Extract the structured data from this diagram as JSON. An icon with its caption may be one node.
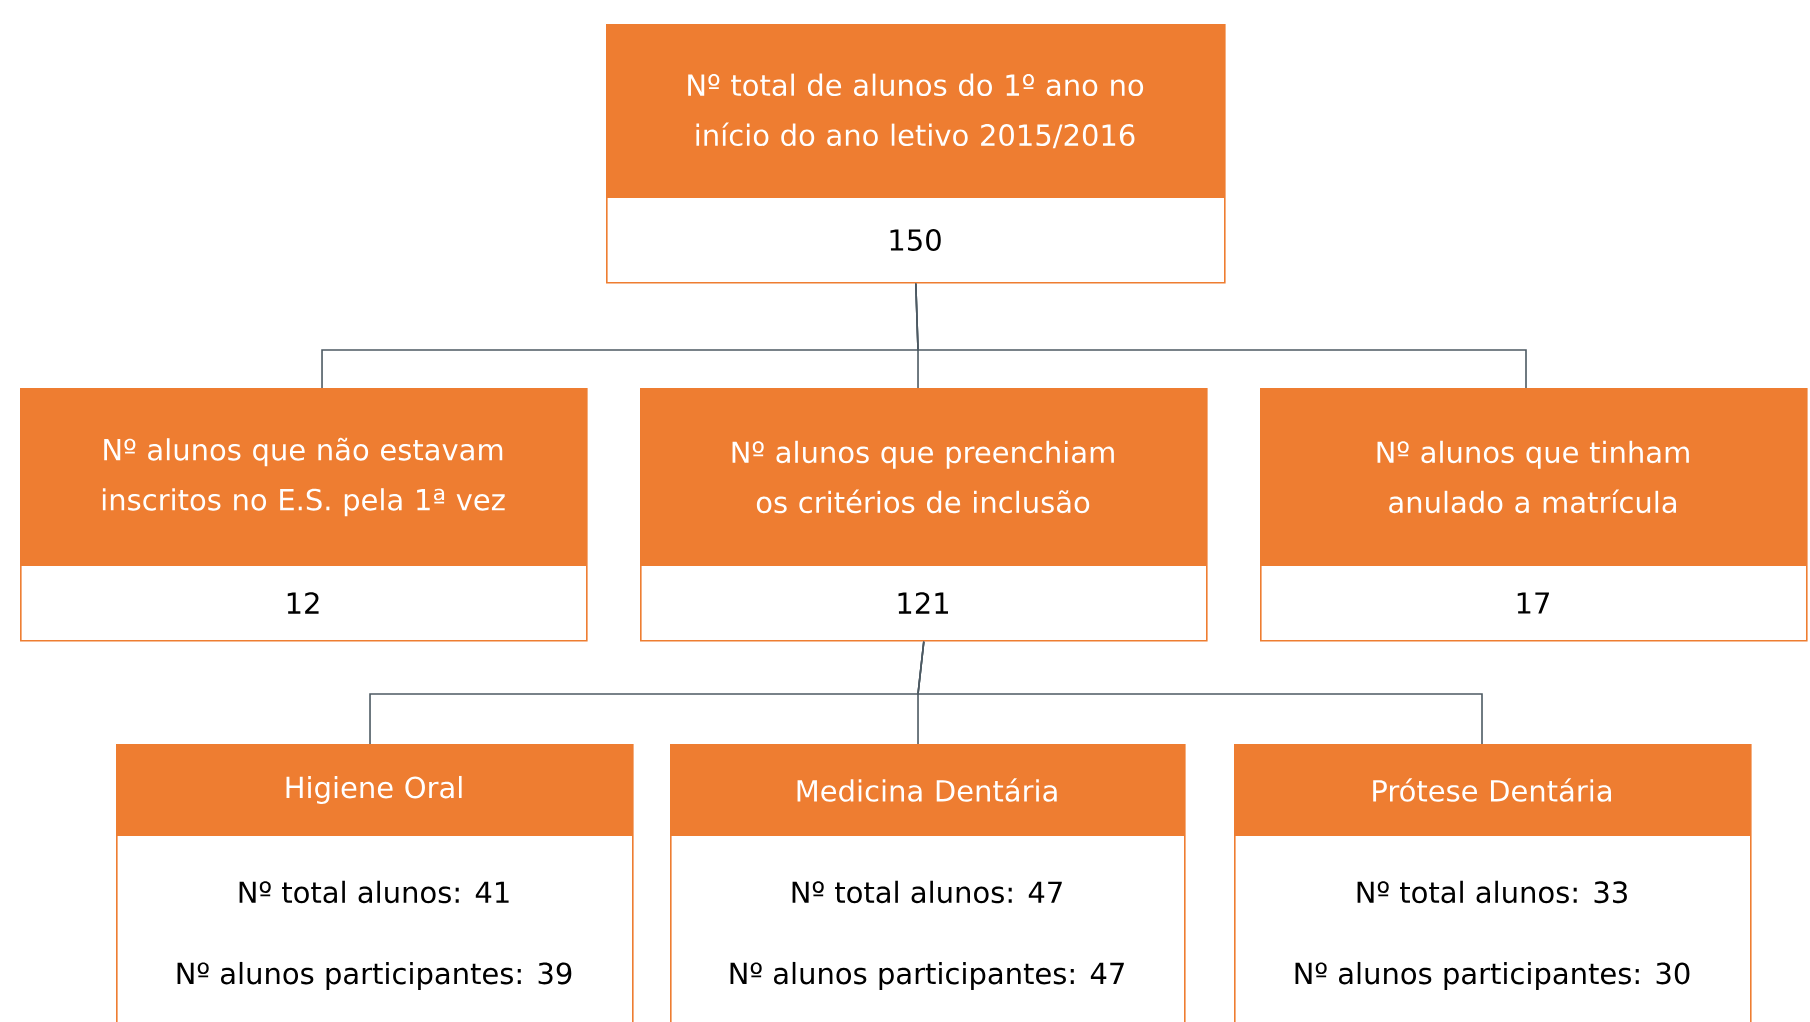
{
  "diagram": {
    "nodes": [
      {
        "text": [
          "Nº total de alunos do 1º ano no início do ano letivo 2015/2016",
          "150"
        ]
      },
      {
        "text": [
          "Nº alunos que não estavam inscritos no E.S. pela 1ª vez",
          "12"
        ]
      },
      {
        "text": [
          "Nº alunos que preenchiam os critérios de inclusão",
          "121"
        ]
      },
      {
        "text": [
          "Nº alunos que tinham anulado a matrícula",
          "17"
        ]
      },
      {
        "text": [
          "Higiene Oral",
          "Nº total alunos: 41",
          "Nº alunos participantes: 39"
        ]
      },
      {
        "text": [
          "Medicina Dentária",
          "Nº total alunos: 47",
          "Nº alunos participantes: 47"
        ]
      },
      {
        "text": [
          "Prótese Dentária",
          "Nº total alunos: 33",
          "Nº alunos participantes: 30"
        ]
      }
    ],
    "edges": [
      {
        "from": 0,
        "to": 1,
        "arrow": "none"
      },
      {
        "from": 0,
        "to": 2,
        "arrow": "none"
      },
      {
        "from": 0,
        "to": 3,
        "arrow": "none"
      },
      {
        "from": 2,
        "to": 4,
        "arrow": "none"
      },
      {
        "from": 2,
        "to": 5,
        "arrow": "none"
      },
      {
        "from": 2,
        "to": 6,
        "arrow": "none"
      }
    ]
  }
}
